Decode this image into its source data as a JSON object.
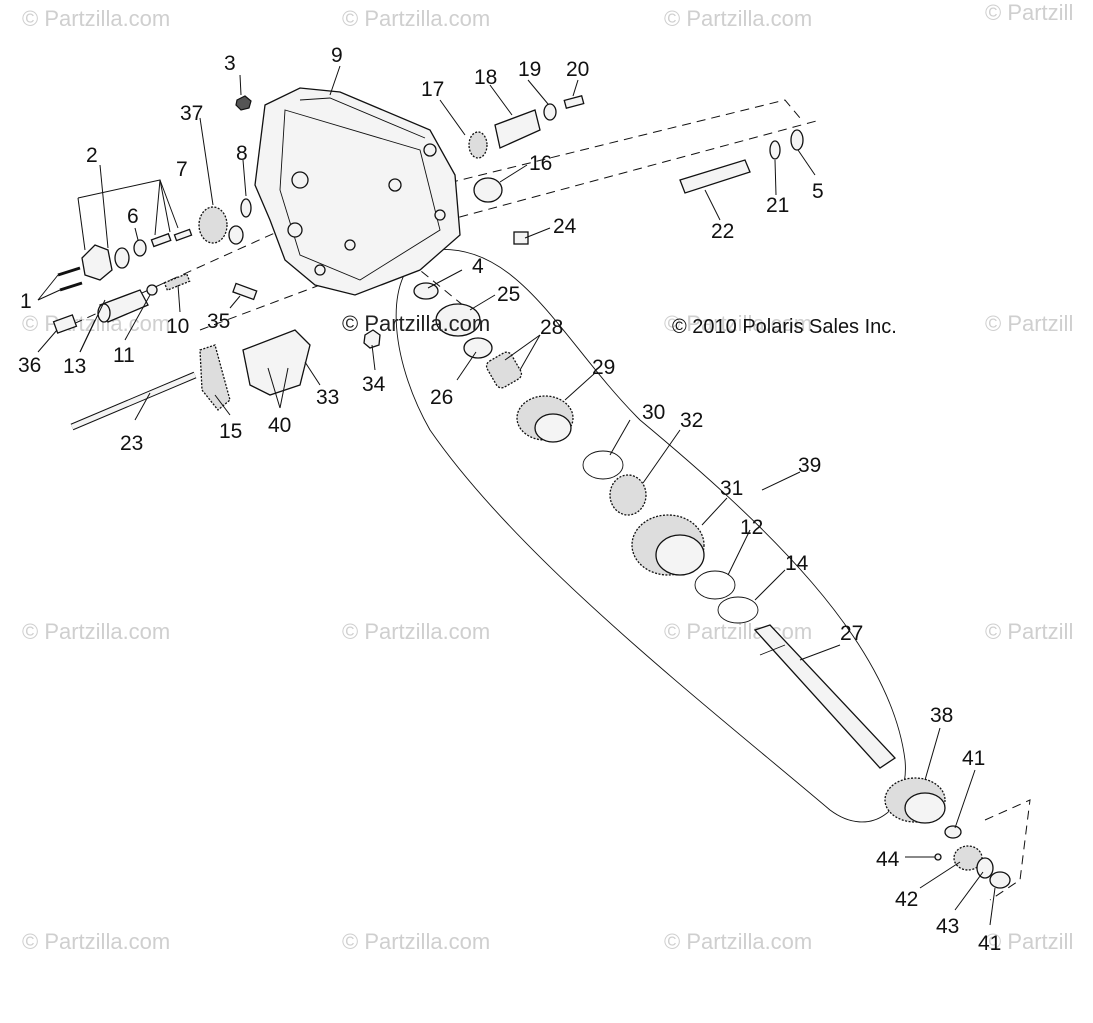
{
  "watermark": "© Partzilla.com",
  "watermark_short": "© Partzill",
  "center_watermark": "© Partzilla.com",
  "copyright": "© 2010 Polaris Sales Inc.",
  "callouts": {
    "n1": "1",
    "n2": "2",
    "n3": "3",
    "n4": "4",
    "n5": "5",
    "n6": "6",
    "n7": "7",
    "n8": "8",
    "n9": "9",
    "n10": "10",
    "n11": "11",
    "n12": "12",
    "n13": "13",
    "n14": "14",
    "n15": "15",
    "n16": "16",
    "n17": "17",
    "n18": "18",
    "n19": "19",
    "n20": "20",
    "n21": "21",
    "n22": "22",
    "n23": "23",
    "n24": "24",
    "n25": "25",
    "n26": "26",
    "n27": "27",
    "n28": "28",
    "n29": "29",
    "n30": "30",
    "n31": "31",
    "n32": "32",
    "n33": "33",
    "n34": "34",
    "n35": "35",
    "n36": "36",
    "n37": "37",
    "n38": "38",
    "n39": "39",
    "n40": "40",
    "n41a": "41",
    "n41b": "41",
    "n42": "42",
    "n43": "43",
    "n44": "44"
  }
}
